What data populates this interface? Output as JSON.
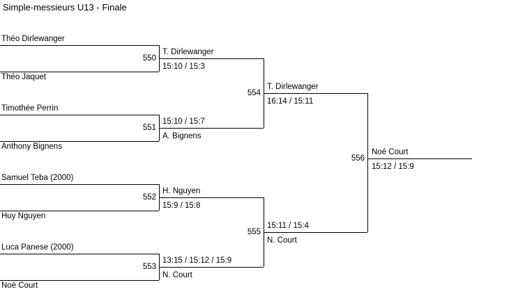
{
  "title": "Simple-messieurs U13 - Finale",
  "bracket": {
    "type": "single-elimination",
    "rounds": 3,
    "entrants": [
      {
        "id": "p1",
        "name": "Théo Dirlewanger"
      },
      {
        "id": "p2",
        "name": "Théo Jaquet"
      },
      {
        "id": "p3",
        "name": "Timothée Perrin"
      },
      {
        "id": "p4",
        "name": "Anthony Bignens"
      },
      {
        "id": "p5",
        "name": "Samuel Teba (2000)"
      },
      {
        "id": "p6",
        "name": "Huy Nguyen"
      },
      {
        "id": "p7",
        "name": "Luca Panese (2000)"
      },
      {
        "id": "p8",
        "name": "Noé Court"
      }
    ],
    "matches": [
      {
        "id": "m550",
        "number": "550",
        "round": 1,
        "winner": "T. Dirlewanger",
        "score": "15:10 / 15:3",
        "label_order": "name-above"
      },
      {
        "id": "m551",
        "number": "551",
        "round": 1,
        "winner": "A. Bignens",
        "score": "15:10 / 15:7",
        "label_order": "score-above"
      },
      {
        "id": "m552",
        "number": "552",
        "round": 1,
        "winner": "H. Nguyen",
        "score": "15:9 / 15:8",
        "label_order": "name-above"
      },
      {
        "id": "m553",
        "number": "553",
        "round": 1,
        "winner": "N. Court",
        "score": "13:15 / 15:12 / 15:9",
        "label_order": "score-above"
      },
      {
        "id": "m554",
        "number": "554",
        "round": 2,
        "winner": "T. Dirlewanger",
        "score": "16:14 / 15:11",
        "label_order": "name-above"
      },
      {
        "id": "m555",
        "number": "555",
        "round": 2,
        "winner": "N. Court",
        "score": "15:11 / 15:4",
        "label_order": "score-above"
      },
      {
        "id": "m556",
        "number": "556",
        "round": 3,
        "winner": "Noé Court",
        "score": "15:12 / 15:9",
        "label_order": "name-above"
      }
    ],
    "champion": "Noé Court"
  },
  "colors": {
    "line": "#000000",
    "text": "#000000",
    "background": "#ffffff"
  }
}
